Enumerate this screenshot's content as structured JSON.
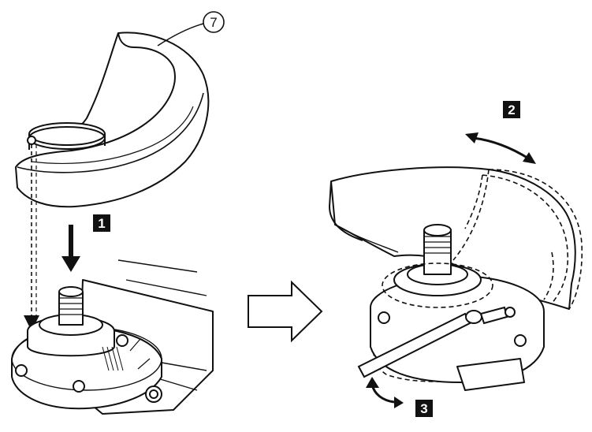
{
  "diagram": {
    "part_callout": "7",
    "steps": [
      {
        "label": "1"
      },
      {
        "label": "2"
      },
      {
        "label": "3"
      }
    ]
  }
}
